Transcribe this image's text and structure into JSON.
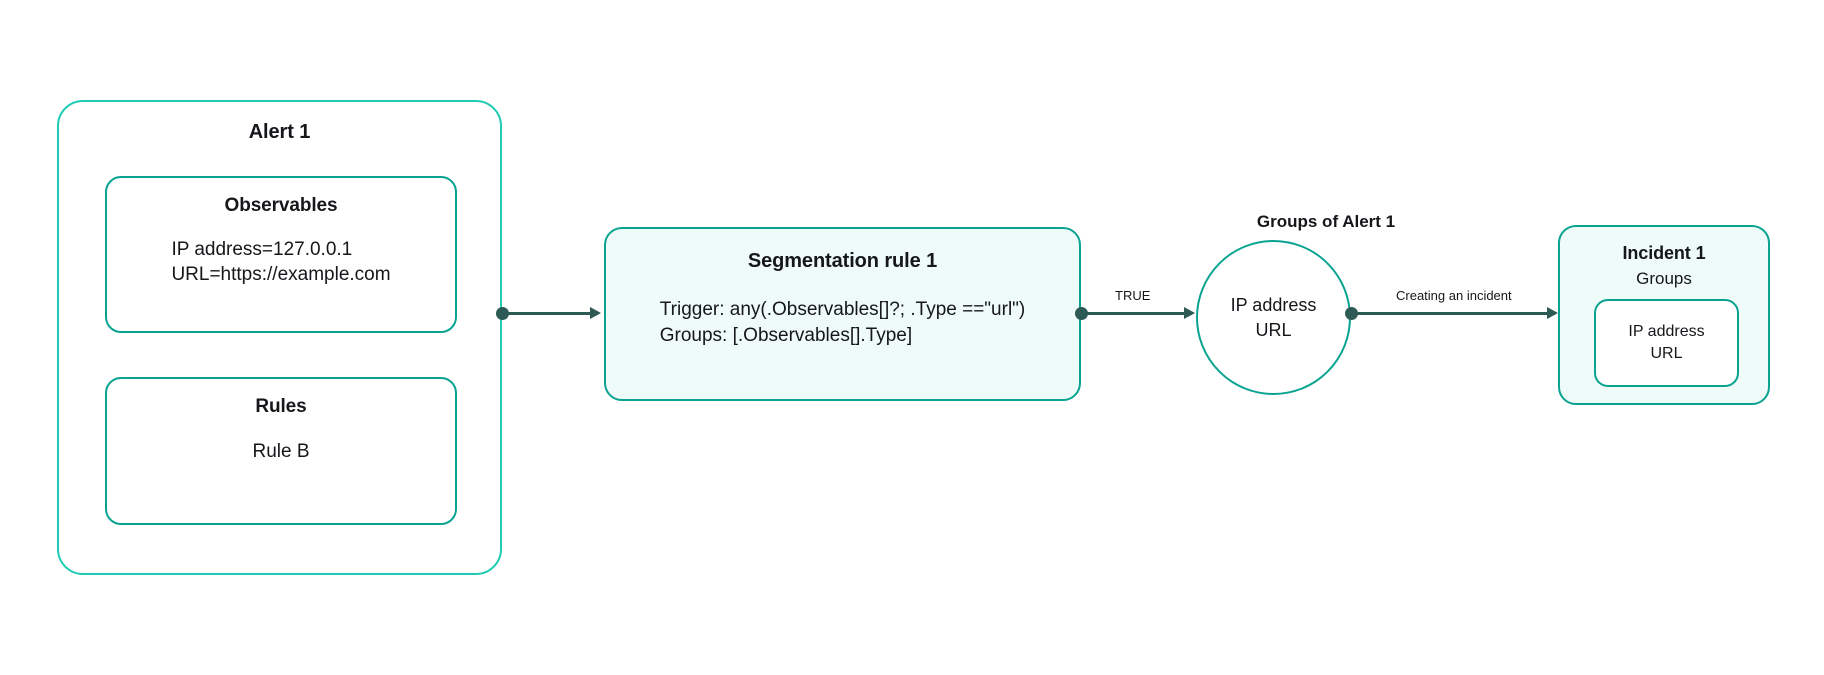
{
  "diagram": {
    "alert": {
      "title": "Alert 1",
      "observables": {
        "title": "Observables",
        "text": "IP address=127.0.0.1\nURL=https://example.com"
      },
      "rules": {
        "title": "Rules",
        "text": "Rule B"
      }
    },
    "segmentation": {
      "title": "Segmentation rule 1",
      "text": "Trigger: any(.Observables[]?; .Type ==\"url\")\nGroups: [.Observables[].Type]"
    },
    "groups": {
      "label": "Groups of Alert 1",
      "text": "IP address\nURL"
    },
    "incident": {
      "title": "Incident 1",
      "subtitle": "Groups",
      "group": {
        "text": "IP address\nURL"
      }
    },
    "edges": {
      "true_label": "TRUE",
      "incident_label": "Creating an incident"
    },
    "colors": {
      "outer_border": "#1ecbb4",
      "inner_border": "#0aa392",
      "fill_mint": "#effbf8",
      "connector": "#2d5a54",
      "text": "#15171a"
    }
  }
}
